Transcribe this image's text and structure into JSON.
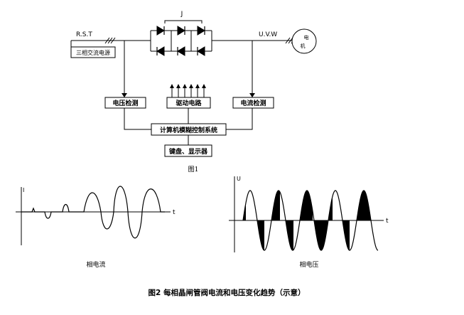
{
  "figure1": {
    "input_label": "R.S.T",
    "power_source": "三相交流电源",
    "thyristor_label": "J",
    "output_label": "U.V.W",
    "motor": {
      "line1": "电",
      "line2": "机"
    },
    "voltage_detect": "电压检测",
    "drive_circuit": "驱动电路",
    "current_detect": "电流检测",
    "controller": "计算机模糊控制系统",
    "keyboard_display": "键盘、显示器",
    "caption": "图1"
  },
  "figure2": {
    "current_plot": {
      "y_axis": "I",
      "x_axis": "t",
      "label": "相电流"
    },
    "voltage_plot": {
      "y_axis": "U",
      "x_axis": "t",
      "label": "相电压"
    },
    "caption": "图2 每相晶闸管阀电流和电压变化趋势（示意）"
  }
}
